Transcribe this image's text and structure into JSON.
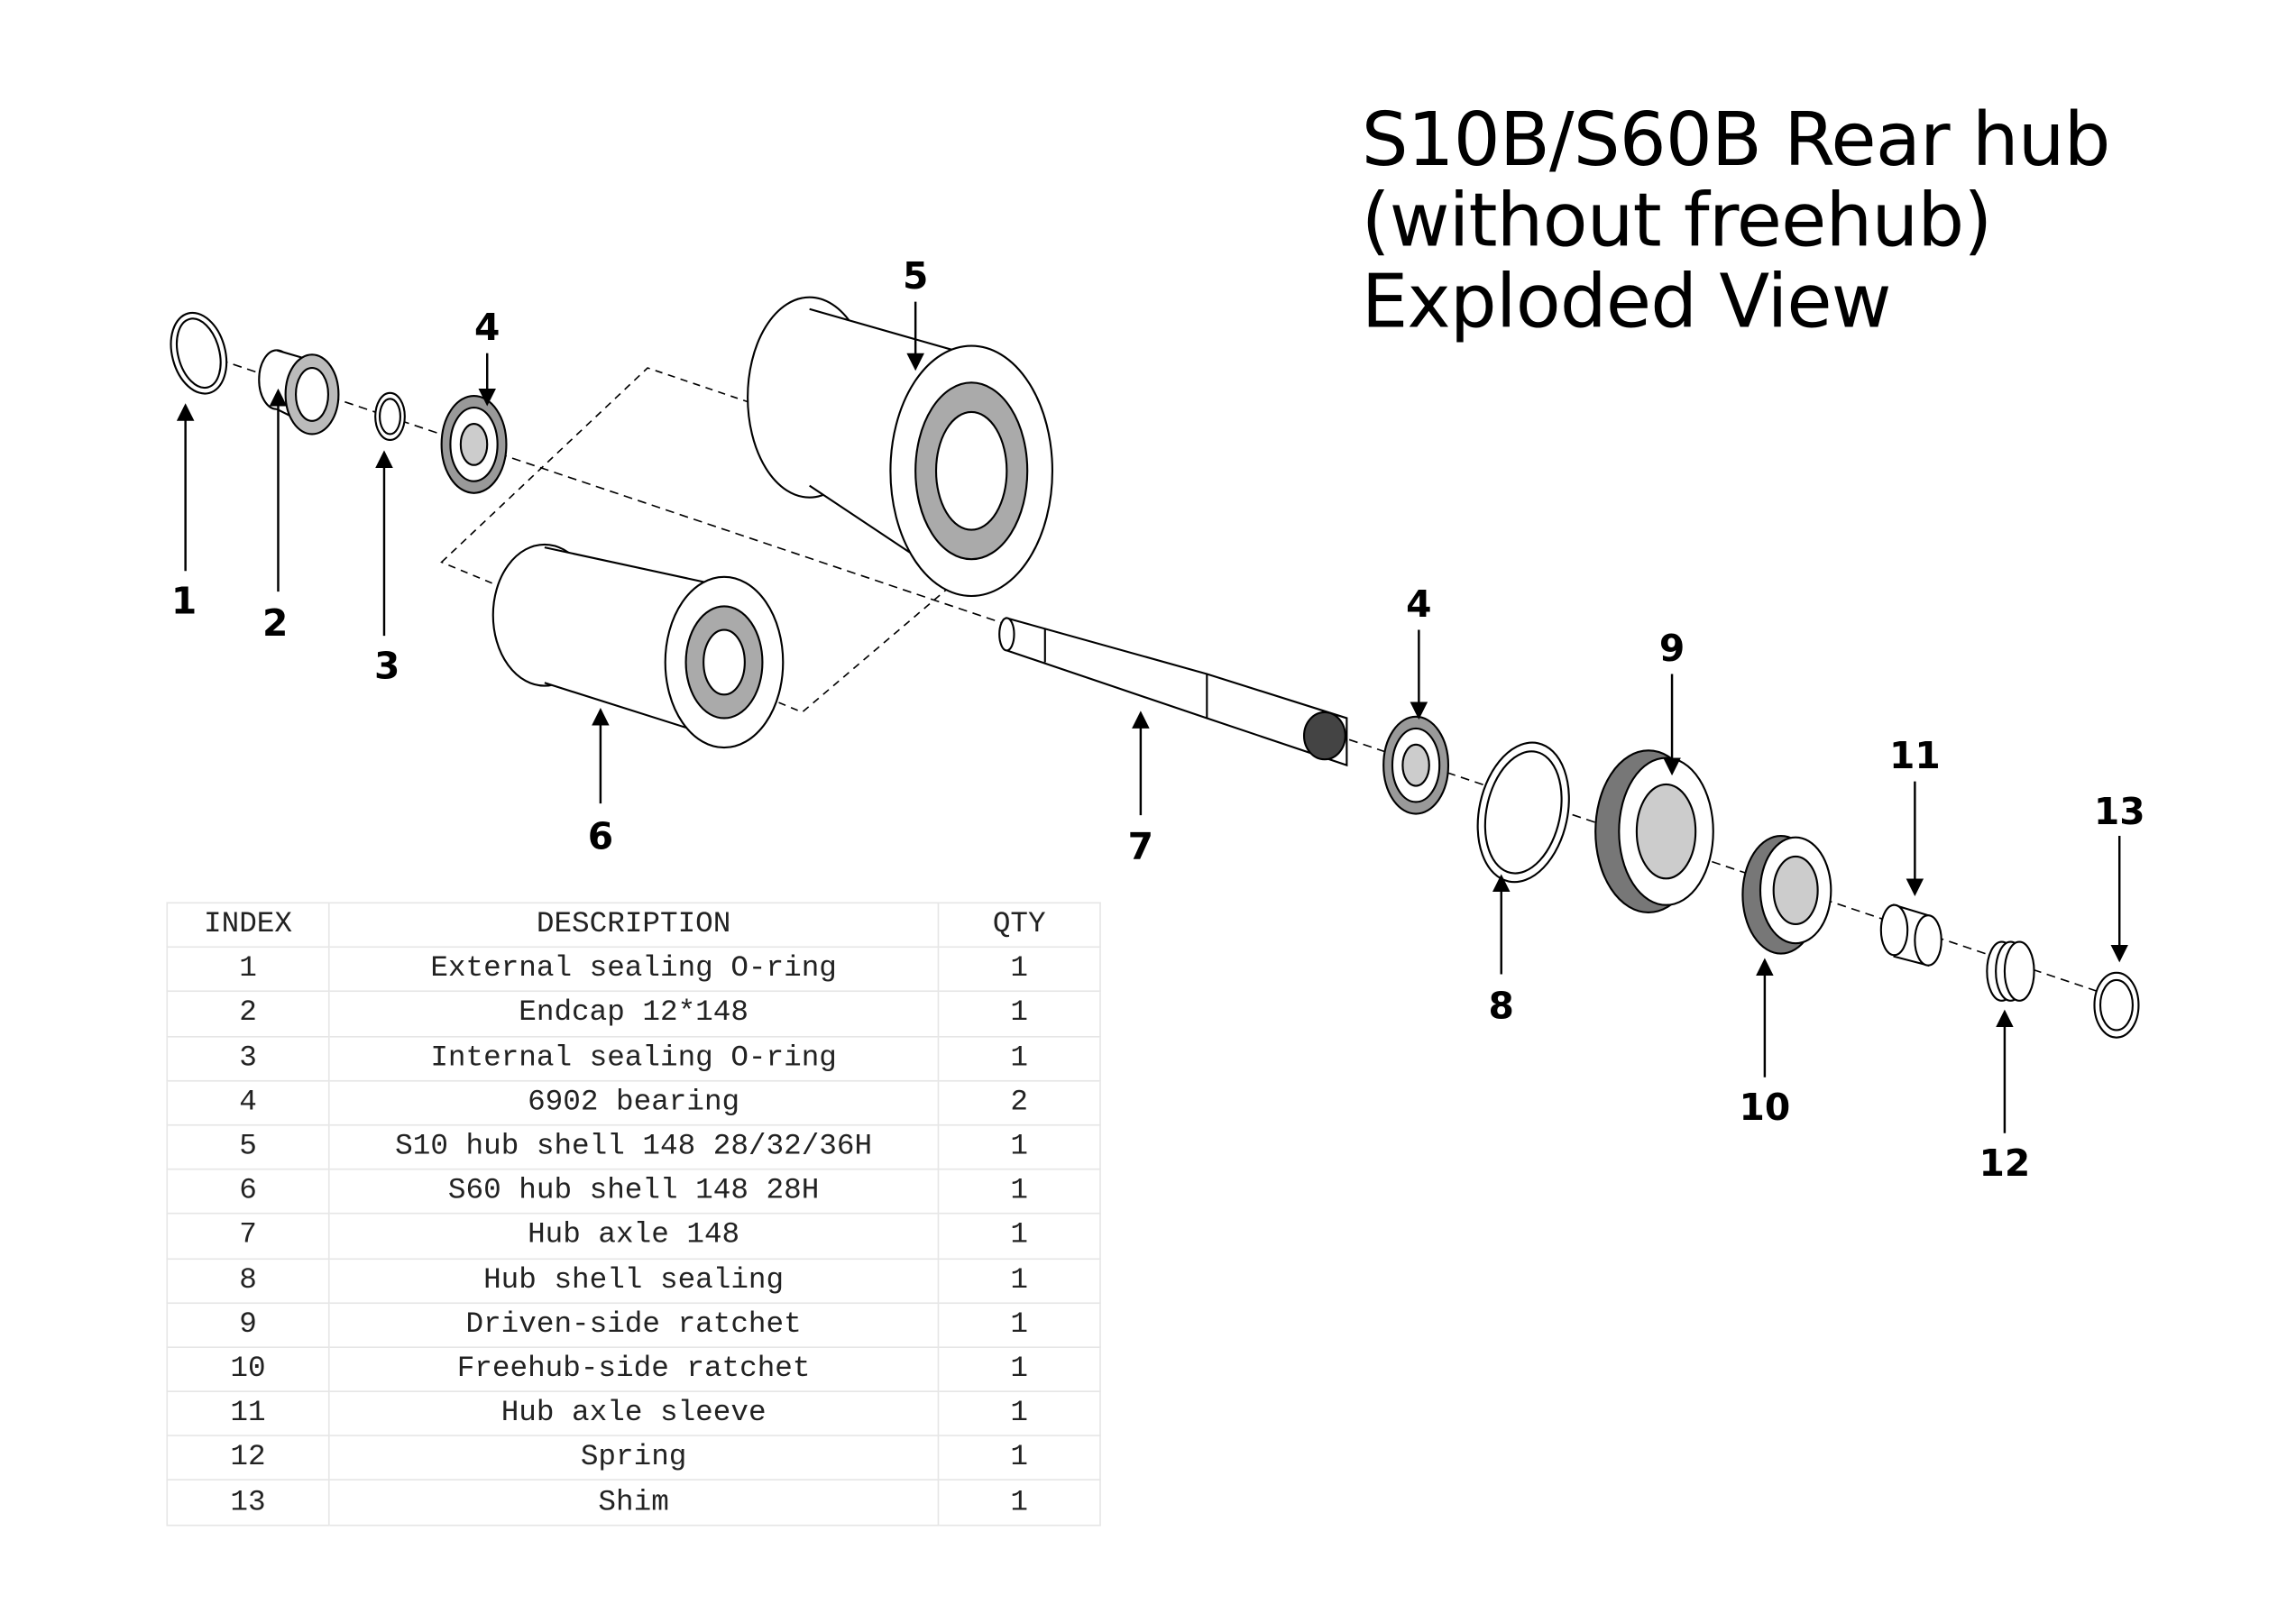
{
  "title": {
    "line1": "S10B/S60B Rear hub",
    "line2": "(without freehub)",
    "line3": "Exploded View"
  },
  "callouts": [
    "1",
    "2",
    "3",
    "4",
    "5",
    "6",
    "7",
    "4",
    "9",
    "8",
    "11",
    "10",
    "13",
    "12"
  ],
  "table": {
    "headers": [
      "INDEX",
      "DESCRIPTION",
      "QTY"
    ],
    "rows": [
      [
        "1",
        "External sealing O-ring",
        "1"
      ],
      [
        "2",
        "Endcap 12*148",
        "1"
      ],
      [
        "3",
        "Internal sealing O-ring",
        "1"
      ],
      [
        "4",
        "6902 bearing",
        "2"
      ],
      [
        "5",
        "S10 hub shell 148 28/32/36H",
        "1"
      ],
      [
        "6",
        "S60 hub shell 148 28H",
        "1"
      ],
      [
        "7",
        "Hub axle 148",
        "1"
      ],
      [
        "8",
        "Hub shell sealing",
        "1"
      ],
      [
        "9",
        "Driven-side ratchet",
        "1"
      ],
      [
        "10",
        "Freehub-side ratchet",
        "1"
      ],
      [
        "11",
        "Hub axle sleeve",
        "1"
      ],
      [
        "12",
        "Spring",
        "1"
      ],
      [
        "13",
        "Shim",
        "1"
      ]
    ]
  }
}
